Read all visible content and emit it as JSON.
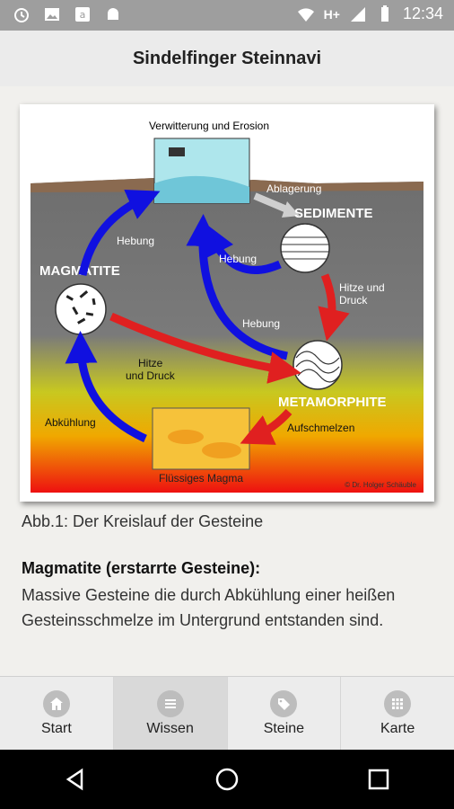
{
  "status_bar": {
    "time": "12:34",
    "network": "H+"
  },
  "app_bar": {
    "title": "Sindelfinger Steinnavi"
  },
  "figure": {
    "top_label": "Verwitterung und Erosion",
    "ablagerung": "Ablagerung",
    "sedimente": "SEDIMENTE",
    "hebung1": "Hebung",
    "hebung2": "Hebung",
    "hebung3": "Hebung",
    "magmatite": "MAGMATITE",
    "hitze_druck_1a": "Hitze und",
    "hitze_druck_1b": "Druck",
    "hitze_druck_2a": "Hitze",
    "hitze_druck_2b": "und Druck",
    "metamorphite": "METAMORPHITE",
    "abkuehlung": "Abkühlung",
    "aufschmelzen": "Aufschmelzen",
    "fluessiges_magma": "Flüssiges Magma",
    "copyright": "© Dr. Holger Schäuble"
  },
  "caption": "Abb.1: Der Kreislauf der Gesteine",
  "section": {
    "title": "Magmatite (erstarrte Gesteine):",
    "body": "Massive Gesteine die durch Abkühlung einer heißen Gesteinsschmelze im Untergrund entstanden sind."
  },
  "nav": [
    {
      "label": "Start",
      "icon": "home-icon"
    },
    {
      "label": "Wissen",
      "icon": "list-icon"
    },
    {
      "label": "Steine",
      "icon": "tag-icon"
    },
    {
      "label": "Karte",
      "icon": "grid-icon"
    }
  ],
  "colors": {
    "arrow_blue": "#1010e0",
    "arrow_red": "#e02020"
  }
}
